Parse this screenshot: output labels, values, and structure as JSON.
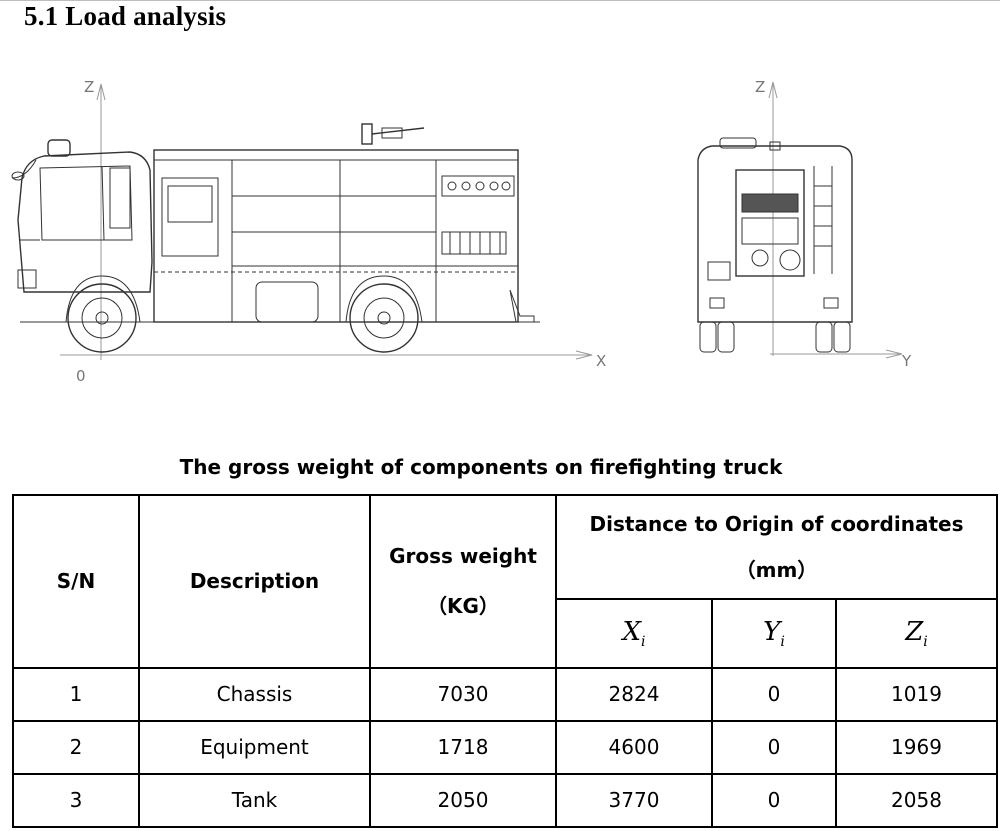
{
  "section": {
    "title": "5.1 Load analysis"
  },
  "figures": {
    "side_view": {
      "axis_z": "Z",
      "axis_x": "X",
      "origin": "0"
    },
    "rear_view": {
      "axis_z": "Z",
      "axis_y": "Y"
    }
  },
  "table": {
    "caption": "The gross weight of components on firefighting truck",
    "headers": {
      "sn": "S/N",
      "description": "Description",
      "gross_weight": "Gross weight",
      "gross_weight_unit": "（KG）",
      "distance": "Distance to Origin of coordinates",
      "distance_unit": "（mm）",
      "xi": "X",
      "yi": "Y",
      "zi": "Z",
      "sub_i": "i"
    },
    "rows": [
      {
        "sn": "1",
        "description": "Chassis",
        "weight": "7030",
        "x": "2824",
        "y": "0",
        "z": "1019"
      },
      {
        "sn": "2",
        "description": "Equipment",
        "weight": "1718",
        "x": "4600",
        "y": "0",
        "z": "1969"
      },
      {
        "sn": "3",
        "description": "Tank",
        "weight": "2050",
        "x": "3770",
        "y": "0",
        "z": "2058"
      }
    ]
  }
}
